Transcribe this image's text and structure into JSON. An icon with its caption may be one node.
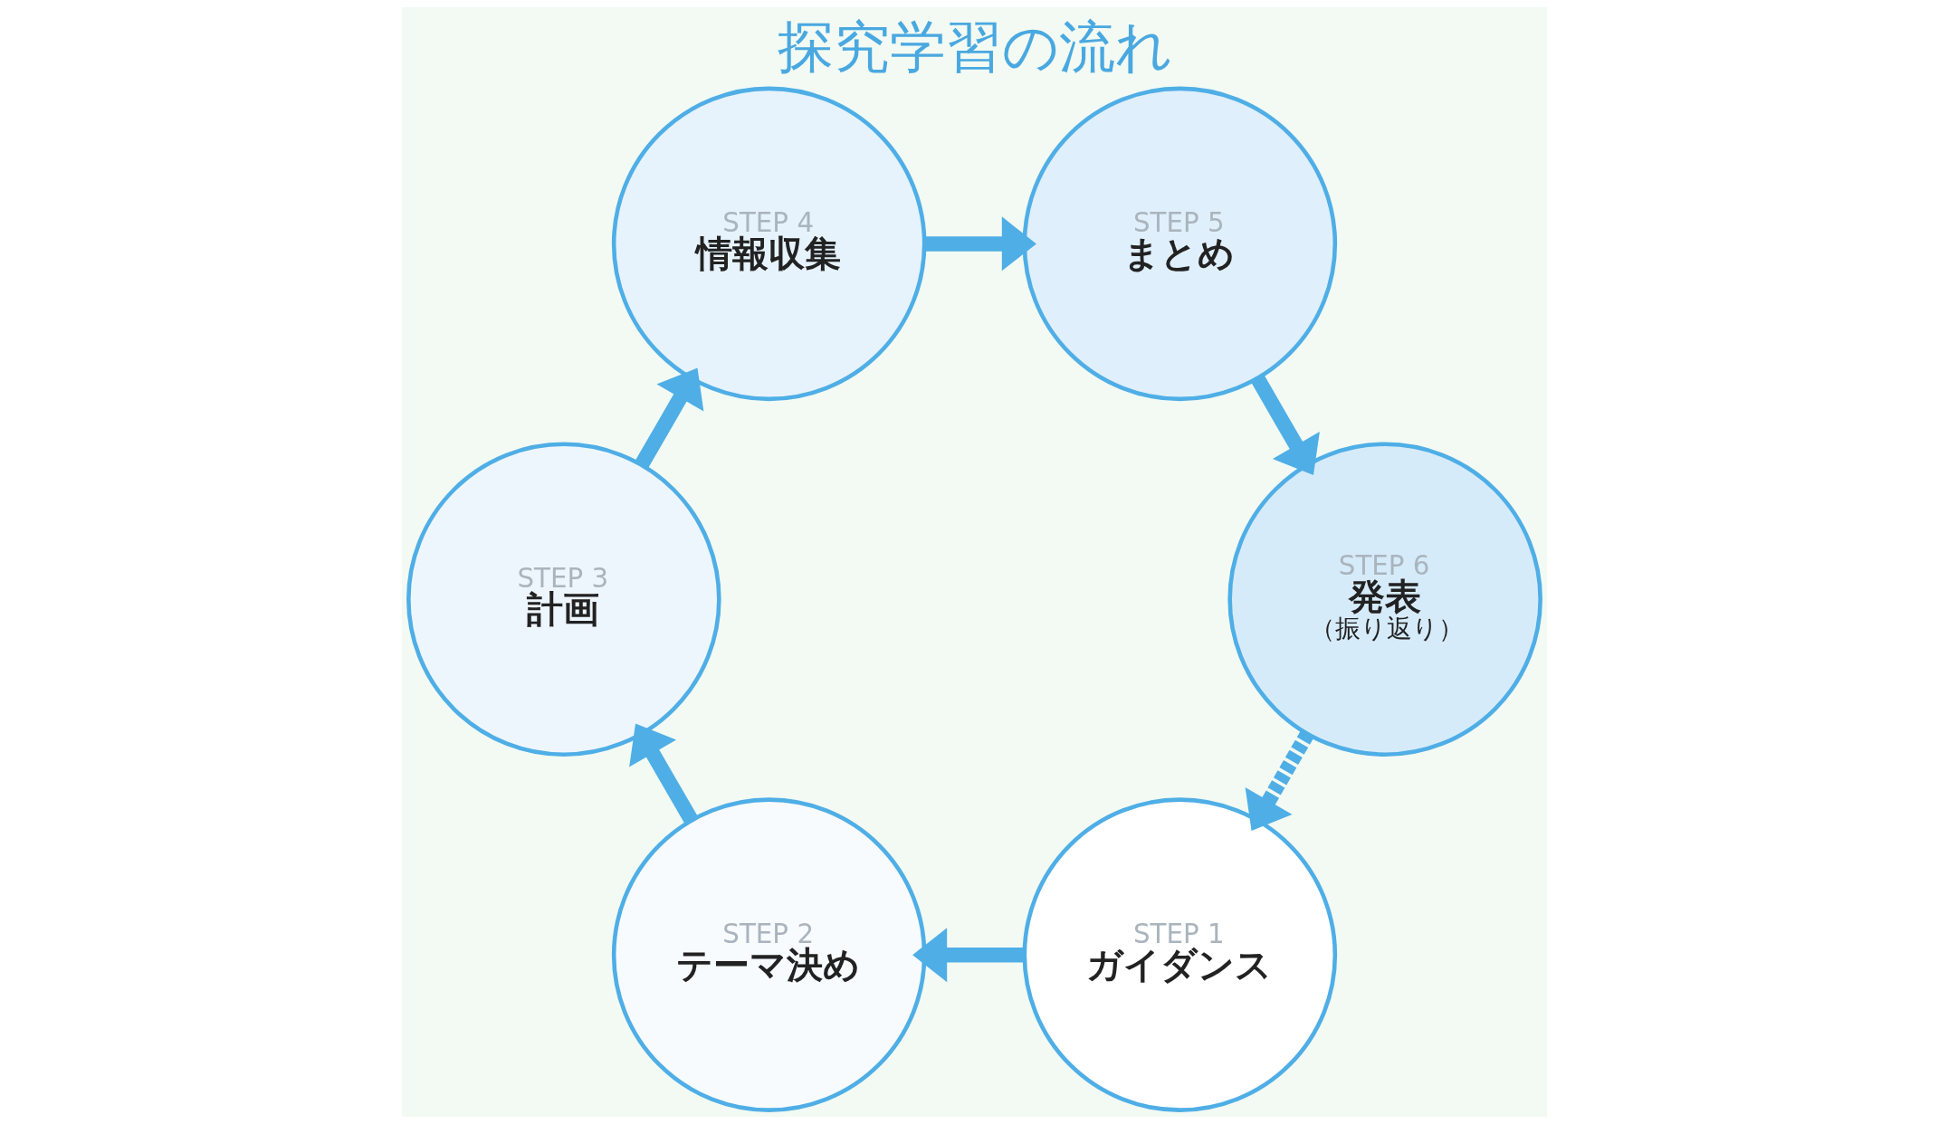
{
  "diagram": {
    "title": "探究学習の流れ",
    "nodes": [
      {
        "text": [
          "STEP 1",
          "ガイダンス"
        ]
      },
      {
        "text": [
          "STEP 2",
          "テーマ決め"
        ]
      },
      {
        "text": [
          "STEP 3",
          "計画"
        ]
      },
      {
        "text": [
          "STEP 4",
          "情報収集"
        ]
      },
      {
        "text": [
          "STEP 5",
          "まとめ"
        ]
      },
      {
        "text": [
          "STEP 6",
          "発表",
          "（振り返り）"
        ]
      }
    ],
    "edges": [
      {
        "from": 0,
        "to": 1,
        "arrow": "to"
      },
      {
        "from": 1,
        "to": 2,
        "arrow": "to"
      },
      {
        "from": 2,
        "to": 3,
        "arrow": "to"
      },
      {
        "from": 3,
        "to": 4,
        "arrow": "to"
      },
      {
        "from": 4,
        "to": 5,
        "arrow": "to"
      },
      {
        "from": 5,
        "to": 0,
        "arrow": "to",
        "style": "dashed"
      }
    ]
  }
}
